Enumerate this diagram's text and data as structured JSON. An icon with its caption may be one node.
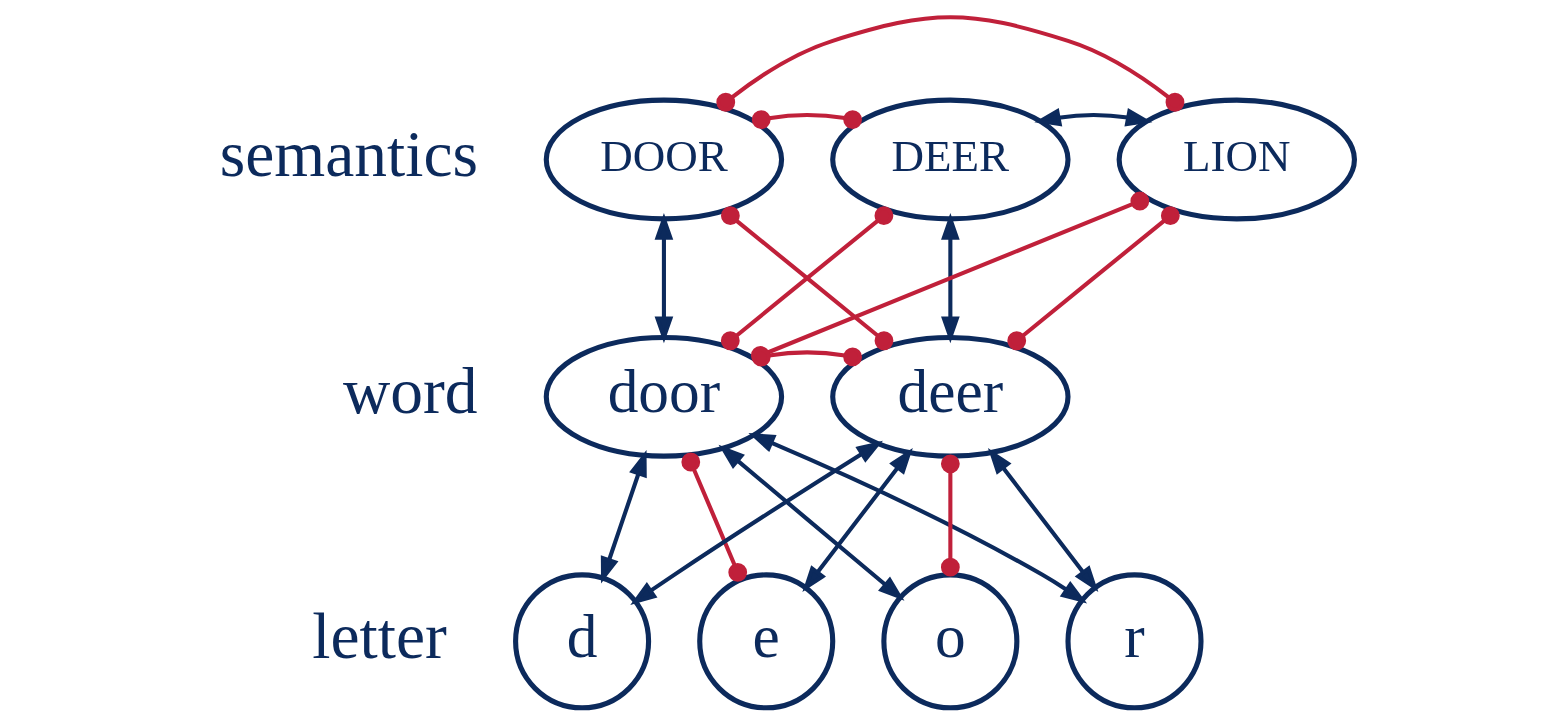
{
  "diagram": {
    "nodes": [
      {
        "text": [
          "DOOR"
        ]
      },
      {
        "text": [
          "DEER"
        ]
      },
      {
        "text": [
          "LION"
        ]
      },
      {
        "text": [
          "door"
        ]
      },
      {
        "text": [
          "deer"
        ]
      },
      {
        "text": [
          "d"
        ]
      },
      {
        "text": [
          "e"
        ]
      },
      {
        "text": [
          "o"
        ]
      },
      {
        "text": [
          "r"
        ]
      }
    ],
    "edges": [
      {
        "from": 0,
        "to": 2,
        "arrow": "other",
        "color": "#c0203a"
      },
      {
        "from": 0,
        "to": 1,
        "arrow": "other",
        "color": "#c0203a"
      },
      {
        "from": 1,
        "to": 2,
        "arrow": "both",
        "color": "#0c2a5c"
      },
      {
        "from": 0,
        "to": 3,
        "arrow": "both",
        "color": "#0c2a5c"
      },
      {
        "from": 0,
        "to": 4,
        "arrow": "other",
        "color": "#c0203a"
      },
      {
        "from": 1,
        "to": 3,
        "arrow": "other",
        "color": "#c0203a"
      },
      {
        "from": 1,
        "to": 4,
        "arrow": "both",
        "color": "#0c2a5c"
      },
      {
        "from": 2,
        "to": 3,
        "arrow": "other",
        "color": "#c0203a"
      },
      {
        "from": 2,
        "to": 4,
        "arrow": "other",
        "color": "#c0203a"
      },
      {
        "from": 3,
        "to": 4,
        "arrow": "other",
        "color": "#c0203a"
      },
      {
        "from": 3,
        "to": 5,
        "arrow": "both",
        "color": "#0c2a5c"
      },
      {
        "from": 3,
        "to": 6,
        "arrow": "other",
        "color": "#c0203a"
      },
      {
        "from": 3,
        "to": 7,
        "arrow": "both",
        "color": "#0c2a5c"
      },
      {
        "from": 3,
        "to": 8,
        "arrow": "both",
        "color": "#0c2a5c"
      },
      {
        "from": 4,
        "to": 5,
        "arrow": "both",
        "color": "#0c2a5c"
      },
      {
        "from": 4,
        "to": 6,
        "arrow": "both",
        "color": "#0c2a5c"
      },
      {
        "from": 4,
        "to": 7,
        "arrow": "other",
        "color": "#c0203a"
      },
      {
        "from": 4,
        "to": 8,
        "arrow": "both",
        "color": "#0c2a5c"
      }
    ],
    "labels": [
      "semantics",
      "word",
      "letter"
    ]
  }
}
